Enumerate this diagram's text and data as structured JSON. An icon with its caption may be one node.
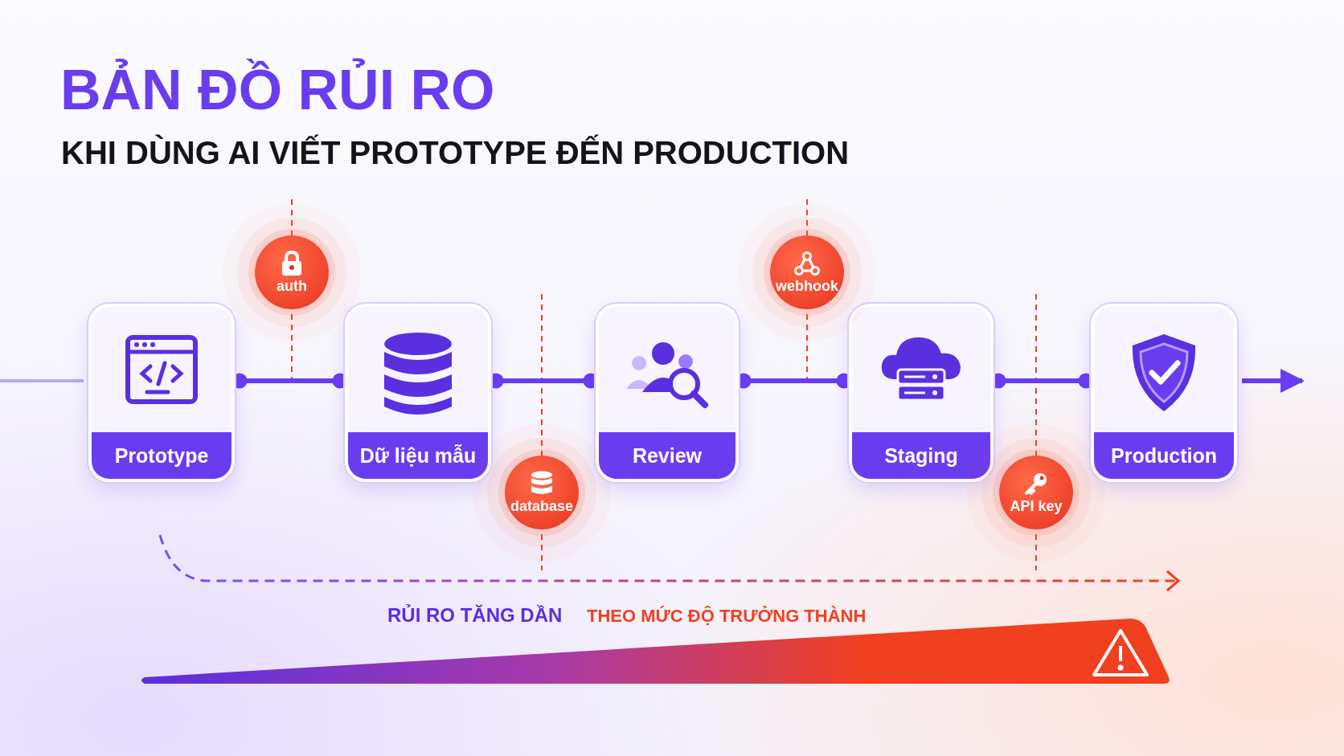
{
  "diagram": {
    "title": "BẢN ĐỒ RỦI RO",
    "nodes": [
      {
        "text": [
          "Prototype"
        ]
      },
      {
        "text": [
          "Dữ liệu mẫu"
        ]
      },
      {
        "text": [
          "Review"
        ]
      },
      {
        "text": [
          "Staging"
        ]
      },
      {
        "text": [
          "Production"
        ]
      },
      {
        "text": [
          "auth"
        ]
      },
      {
        "text": [
          "database"
        ]
      },
      {
        "text": [
          "webhook"
        ]
      },
      {
        "text": [
          "API key"
        ]
      }
    ],
    "edges": [
      {
        "from": null,
        "to": 0,
        "arrow": "none",
        "color": "#b9a5f7"
      },
      {
        "from": 0,
        "to": 1,
        "arrow": "other"
      },
      {
        "from": 1,
        "to": 2,
        "arrow": "other"
      },
      {
        "from": 2,
        "to": 3,
        "arrow": "other"
      },
      {
        "from": 3,
        "to": 4,
        "arrow": "other"
      },
      {
        "from": 4,
        "to": null,
        "arrow": "to"
      }
    ],
    "labels": [
      "KHI DÙNG AI VIẾT PROTOTYPE ĐẾN PRODUCTION",
      "RỦI RO TĂNG DẦN",
      "THEO MỨC ĐỘ TRƯỞNG THÀNH"
    ]
  }
}
